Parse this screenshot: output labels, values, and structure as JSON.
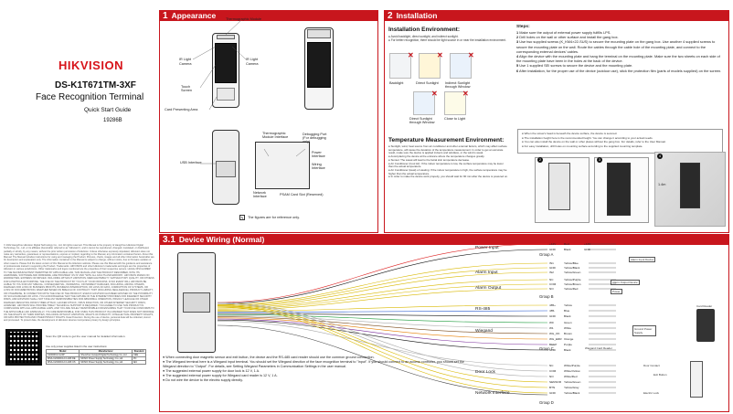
{
  "cover": {
    "brand": "HIKVISION",
    "model": "DS-K1T671TM-3XF",
    "subtitle": "Face  Recognition Terminal",
    "qsg": "Quick  Start  Guide",
    "code": "19286B",
    "legal_text": "© 2022 Hangzhou Hikvision Digital Technology Co., Ltd. All rights reserved. This Manual is the property of Hangzhou Hikvision Digital Technology Co., Ltd. or its affiliates (hereinafter referred to as \"Hikvision\"), and it cannot be reproduced, changed, translated, or distributed, partially or wholly, by any means, without the prior written permission of Hikvision. Unless otherwise expressly stipulated, Hikvision does not make any warranties, guarantees or representations, express or implied, regarding to the Manual, any information contained herein. About this Manual: The Manual includes instructions for using and managing the Product. Pictures, charts, images and all other information hereinafter are for description and explanation only. The information contained in the Manual is subject to change, without notice, due to firmware updates or other reasons. Please find the latest version of this Manual at the Hikvision website. Please use this Manual with the guidance and assistance of professionals trained in supporting the Product. Trademarks: HIKVISION and other Hikvision's trademarks and logos are the properties of Hikvision in various jurisdictions. Other trademarks and logos mentioned are the properties of their respective owners. LEGAL DISCLAIMER: TO THE MAXIMUM EXTENT PERMITTED BY APPLICABLE LAW, THIS MANUAL AND THE PRODUCT DESCRIBED, WITH ITS HARDWARE, SOFTWARE AND FIRMWARE, ARE PROVIDED \"AS IS\" AND \"WITH ALL FAULTS AND ERRORS\". HIKVISION MAKES NO WARRANTIES, EXPRESS OR IMPLIED, INCLUDING WITHOUT LIMITATION, MERCHANTABILITY, SATISFACTORY QUALITY, OR FITNESS FOR A PARTICULAR PURPOSE. THE USE OF THE PRODUCT BY YOU IS AT YOUR OWN RISK. IN NO EVENT WILL HIKVISION BE LIABLE TO YOU FOR ANY SPECIAL, CONSEQUENTIAL, INCIDENTAL, OR INDIRECT DAMAGES, INCLUDING, AMONG OTHERS, DAMAGES FOR LOSS OF BUSINESS PROFITS, BUSINESS INTERRUPTION, OR LOSS OF DATA, CORRUPTION OF SYSTEMS, OR LOSS OF DOCUMENTATION, WHETHER BASED ON BREACH OF CONTRACT, TORT (INCLUDING NEGLIGENCE), PRODUCT LIABILITY, OR OTHERWISE, IN CONNECTION WITH THE USE OF THE PRODUCT, EVEN IF HIKVISION HAS BEEN ADVISED OF THE POSSIBILITY OF SUCH DAMAGES OR LOSS. YOU ACKNOWLEDGE THAT THE NATURE OF THE INTERNET PROVIDES FOR INHERENT SECURITY RISKS, AND HIKVISION SHALL NOT TAKE ANY RESPONSIBILITIES FOR ABNORMAL OPERATION, PRIVACY LEAKAGE OR OTHER DAMAGES RESULTING FROM CYBER-ATTACK, HACKER ATTACK, VIRUS INFECTION, OR OTHER INTERNET SECURITY RISKS; HOWEVER, HIKVISION WILL PROVIDE TIMELY TECHNICAL SUPPORT IF REQUIRED. YOU AGREE TO USE THIS PRODUCT IN COMPLIANCE WITH ALL APPLICABLE LAWS, AND YOU ARE SOLELY RESPONSIBLE FOR ENSURING THAT YOUR USE CONFORMS TO THE APPLICABLE LAW. ESPECIALLY, YOU ARE RESPONSIBLE, FOR USING THIS PRODUCT IN A MANNER THAT DOES NOT INFRINGE ON THE RIGHTS OF THIRD PARTIES, INCLUDING WITHOUT LIMITATION, RIGHTS OF PUBLICITY, INTELLECTUAL PROPERTY RIGHTS, OR DATA PROTECTION AND OTHER PRIVACY RIGHTS. Data Protection: During the use of device, personal data will be collected, stored and processed. To protect data, the development of Hikvision devices incorporates privacy by design principles.",
    "qr_note": "Scan the QR code to get the user manual for detailed information.",
    "ver_note": "Use only power supplies listed in the user instructions:",
    "ver_headers": [
      "Model",
      "Manufacturer",
      "Standard"
    ],
    "ver_rows": [
      [
        "C2000IC2.0-24P",
        "Shenzhen Gospell Digital Technology Co.,Ltd",
        "CEE"
      ],
      [
        "MSA-C2000IC12.0-24P-DE",
        "MOSO Power Supply Technology Co.,Ltd",
        "PC"
      ],
      [
        "MSA-C2000IC12.0-24P-US",
        "MOSO Power Supply Technology Co.,Ltd",
        "IEC"
      ]
    ]
  },
  "appearance": {
    "num": "1",
    "title": "Appearance",
    "labels": {
      "thermo": "Thermographic Module",
      "ir_left": "IR Light",
      "camera_left": "Camera",
      "ir_right": "IR Light",
      "camera_right": "Camera",
      "touch": "Touch Screen",
      "card": "Card Presenting Area",
      "usb": "USB Interface",
      "thermo_mod": "Thermographic Module Interface",
      "debug": "Debugging Port (For debugging only)",
      "power": "Power Interface",
      "wiring": "Wiring Interface",
      "network": "Network Interface",
      "psam": "PSAM Card Slot (Reserved)"
    },
    "note": "The figures are for reference only."
  },
  "installation": {
    "num": "2",
    "title": "Installation",
    "env_title": "Installation Environment:",
    "env_bullets": [
      "Avoid backlight, direct sunlight, and indirect sunlight.",
      "For better recognition, there should be light source in or near the installation environment."
    ],
    "env_pics": [
      "Backlight",
      "Direct Sunlight",
      "Indirect Sunlight through Window",
      "Direct Sunlight through Window",
      "Close to Light"
    ],
    "temp_title": "Temperature Measurement Environment:",
    "temp_bullets": [
      "Sunlight, wind, heat source from air conditioner and other external factors, which may affect surface temperature, will cause the deviation of the temperature measurement. In order to get an accurate result, make sure the device is applied indoors and windless, or the wind is weak.",
      "Avoid placing the device at the entrance where the temperature changes greatly.",
      "Sunset: The sweat will lead to the facial skin temperature decrease.",
      "Air Conditioner (Cool Air): If the indoor temperature is low, the surface temperature may be lower than the actual temperature.",
      "Air Conditioner (Heat) or Heating: If the indoor temperature is high, the surface temperature may be higher than the actual temperature.",
      "In order to make the device work properly, you should wait for 90 min after the device is powered on."
    ],
    "steps_title": "Steps:",
    "steps": [
      "Make sure the output of external power supply fulfills LPS.",
      "Drill holes on the wall or other surface and install the gang box.",
      "Use two supplied screws (K_KM4×22-SUS) to secure the mounting plate on the gang box. Use another 4 supplied screws to secure the mounting plate on the wall. Route the cables through the cable hole of the mounting plate, and connect to the corresponding external devices' cables.",
      "Align the device with the mounting plate and hang the terminal on the mounting plate. Make sure the two sheets on each side of the mounting plate have been in the holes at the back of the device.",
      "Use 1 supplied SEI screws to secure the device and the mounting plate.",
      "After installation, for the proper use of the device (outdoor use), stick the protection film (parts of models supplied) on the screen."
    ],
    "notes": [
      "When the screw's head is beneath the device surface, the device is secured.",
      "The installation height here is the recommended height. You can change it according to your actual needs.",
      "You can also install the device on the wall or other places without the gang box. For details, refer to the User Manual.",
      "For easy installation, drill holes on mounting surface according to the supplied mounting template."
    ],
    "height": "1.4m"
  },
  "wiring": {
    "num": "3.1",
    "title": "Device Wiring (Normal)",
    "groups": [
      {
        "signal": "Power Input",
        "group": "Group A",
        "pins": [
          {
            "pin": "+12V",
            "color": "Red",
            "to": "+12V"
          },
          {
            "pin": "GND",
            "color": "Black",
            "to": "GND"
          }
        ]
      },
      {
        "signal": "Alarm Input",
        "group": "Group B",
        "pins": [
          {
            "pin": "IN1",
            "color": "Yellow/Blue"
          },
          {
            "pin": "GND",
            "color": "Yellow/Black"
          },
          {
            "pin": "IN2",
            "color": "Yellow/Green"
          }
        ]
      },
      {
        "signal": "Alarm Output",
        "group": "Group B",
        "pins": [
          {
            "pin": "NC",
            "color": "Yellow/Purple"
          },
          {
            "pin": "COM",
            "color": "Yellow/Brown"
          },
          {
            "pin": "NO",
            "color": "Yellow/Red"
          }
        ]
      },
      {
        "signal": "RS-485",
        "group": "Group B",
        "pins": [
          {
            "pin": "485+",
            "color": "Yellow"
          },
          {
            "pin": "485-",
            "color": "Blue"
          },
          {
            "pin": "GND",
            "color": "Black"
          }
        ]
      },
      {
        "signal": "Wiegand",
        "group": "Group C",
        "pins": [
          {
            "pin": "W0",
            "color": "Green"
          },
          {
            "pin": "W1",
            "color": "White"
          },
          {
            "pin": "WG_OK",
            "color": "Brown"
          },
          {
            "pin": "WG_ERR",
            "color": "Orange"
          },
          {
            "pin": "BEEP",
            "color": "Purple"
          },
          {
            "pin": "GND",
            "color": "Black"
          }
        ]
      },
      {
        "signal": "Door Lock",
        "group": "Group D",
        "pins": [
          {
            "pin": "NC",
            "color": "White/Purple"
          },
          {
            "pin": "COM",
            "color": "White/Yellow"
          },
          {
            "pin": "NO",
            "color": "White/Red"
          },
          {
            "pin": "SENSOR",
            "color": "Yellow/Green"
          },
          {
            "pin": "BTN",
            "color": "Yellow/Gray"
          },
          {
            "pin": "GND",
            "color": "Yellow/Black"
          }
        ]
      }
    ],
    "network": "Network Interface",
    "ext_labels": {
      "alarm_in_device": "Alarm Input Device",
      "alarm_out_device": "Alarm Output Device",
      "power": "Power",
      "ground": "Ground Power Supply",
      "card_reader": "Wiegand Card Reader",
      "exit_button": "Exit Button",
      "door_contact": "Door Contact",
      "electric_lock": "Electric Lock",
      "card_reader_top": "Card Reader"
    },
    "notes": [
      "When connecting door magnetic sensor and exit button, the device and the RS-485 card reader should use the common ground connection.",
      "The Wiegand terminal here is a Wiegand input terminal. You should set the Wiegand direction of the face recognition terminal to \"Input\". If you should connect to an access controller, you should set the Wiegand direction to \"Output\". For details, see Setting Wiegand Parameters in Communication Settings in the user manual.",
      "The suggested external power supply for door lock is 12 V, 1 A.",
      "The suggested external power supply for Wiegand card reader is 12 V, 1 A.",
      "Do not wire the device to the electric supply directly."
    ]
  },
  "colors": {
    "accent": "#c8161d",
    "brand": "#d7141a"
  }
}
